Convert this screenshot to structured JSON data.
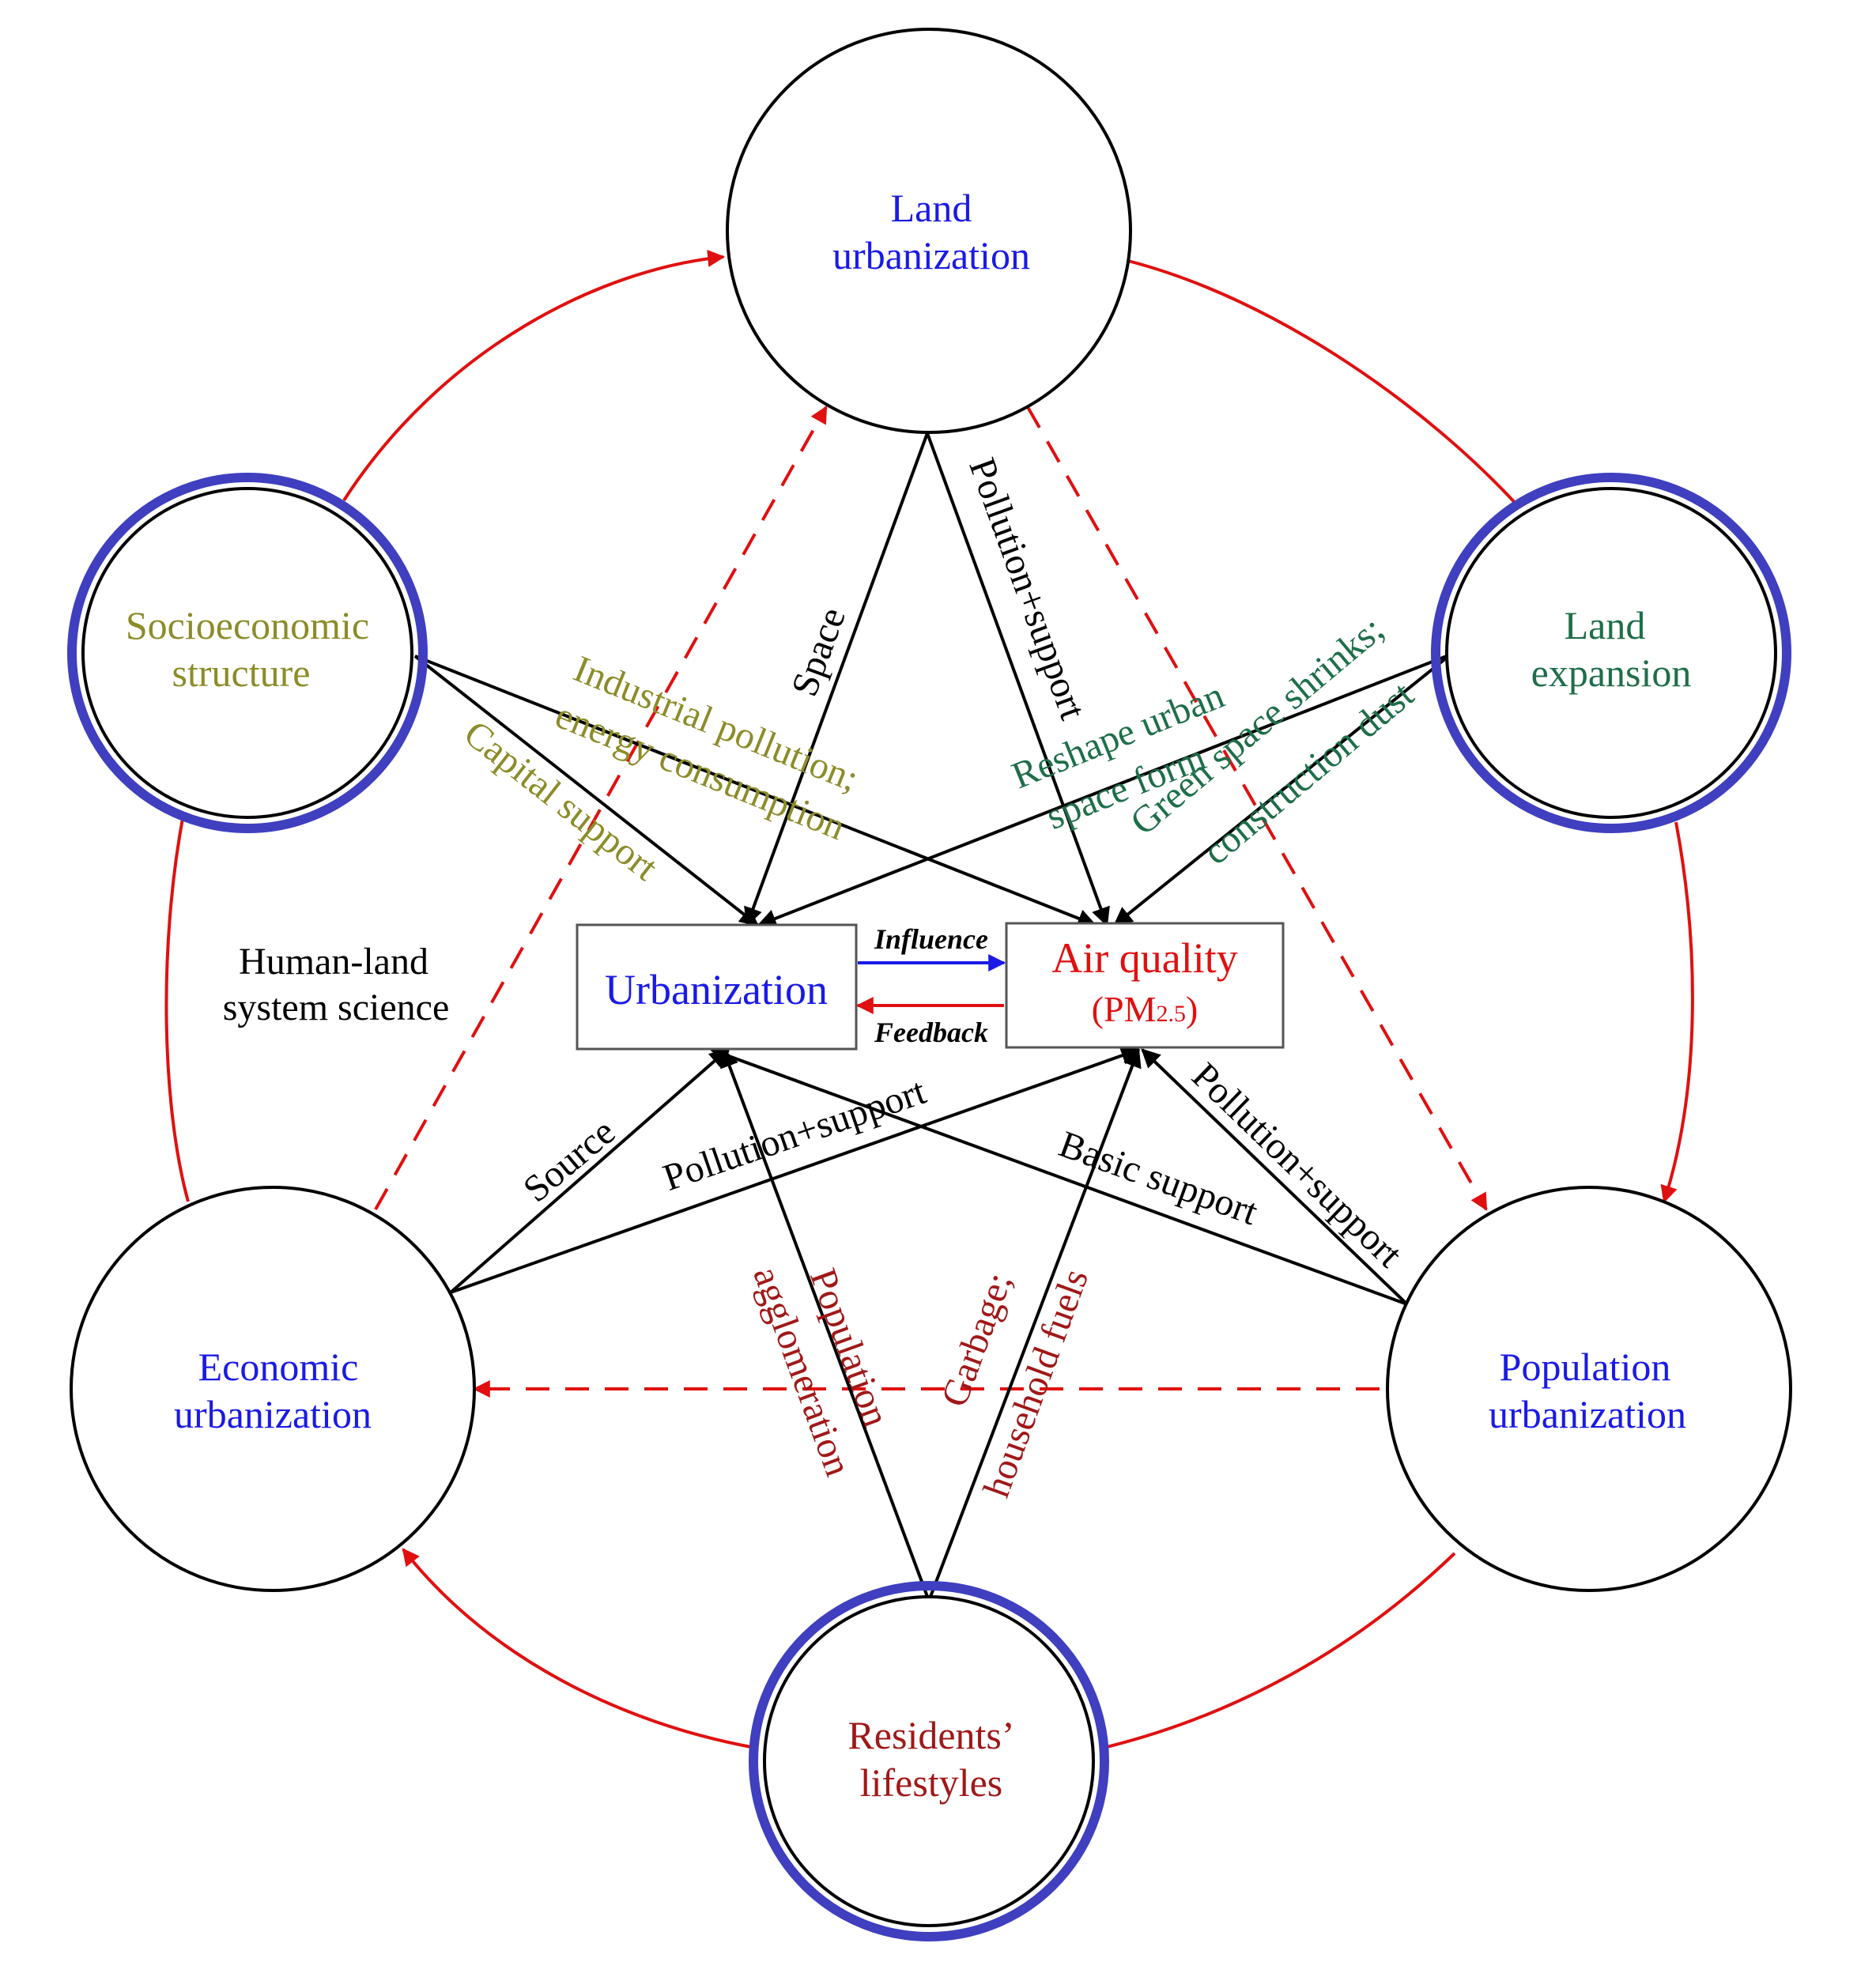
{
  "colors": {
    "blue": "#1a1ae6",
    "red": "#e01010",
    "darkred": "#a01818",
    "olive": "#8c8c2a",
    "green": "#1e6e4a",
    "ring": "#3f3fc0",
    "black": "#000000",
    "gray": "#555555"
  },
  "nodes": {
    "land_urbanization": {
      "line1": "Land",
      "line2": "urbanization"
    },
    "land_expansion": {
      "line1": "Land",
      "line2": "expansion"
    },
    "population_urbanization": {
      "line1": "Population",
      "line2": "urbanization"
    },
    "residents_lifestyles": {
      "line1": "Residents’",
      "line2": "lifestyles"
    },
    "economic_urbanization": {
      "line1": "Economic",
      "line2": "urbanization"
    },
    "socioeconomic_structure": {
      "line1": "Socioeconomic",
      "line2": "structure"
    }
  },
  "center": {
    "urbanization": "Urbanization",
    "air_quality": "Air quality",
    "pm_main": "(PM",
    "pm_sub": "2.5",
    "pm_close": ")",
    "influence": "Influence",
    "feedback": "Feedback"
  },
  "note": {
    "line1": "Human-land",
    "line2": "system science"
  },
  "edge_labels": {
    "space": "Space",
    "pollution_support_top": "Pollution+support",
    "industrial_1": "Industrial pollution;",
    "industrial_2": "energy consumption",
    "capital_support": "Capital support",
    "reshape_1": "Reshape urban",
    "reshape_2": "space form",
    "green_1": "Green space shrinks;",
    "green_2": "construction dust",
    "source": "Source",
    "pollution_support_econ": "Pollution+support",
    "basic_support": "Basic support",
    "pollution_support_pop": "Pollution+support",
    "population_1": "Population",
    "population_2": "agglomeration",
    "garbage_1": "Garbage;",
    "garbage_2": "household fuels"
  }
}
